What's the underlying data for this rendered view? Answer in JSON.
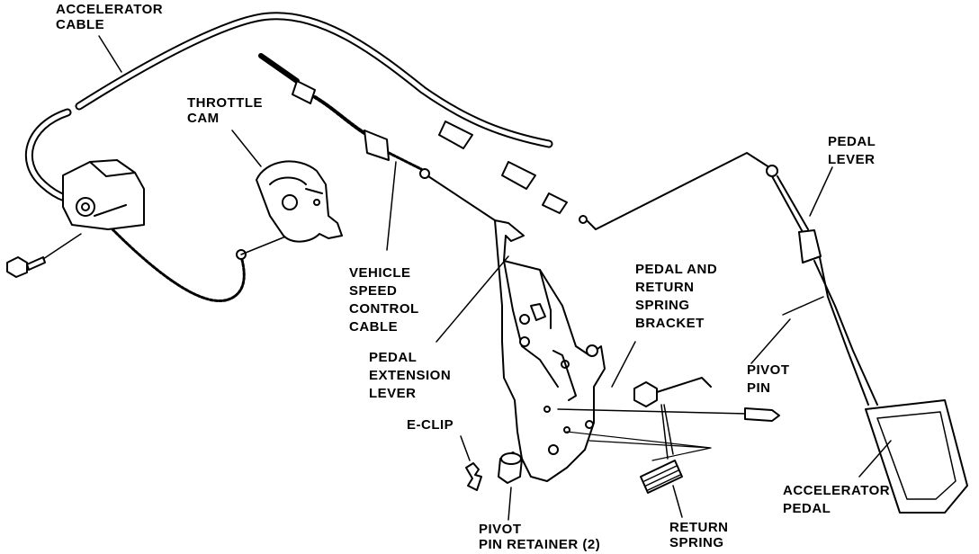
{
  "labels": {
    "accelerator_cable": [
      "ACCELERATOR",
      "CABLE"
    ],
    "throttle_cam": [
      "THROTTLE",
      "CAM"
    ],
    "vehicle_speed_control_cable": [
      "VEHICLE",
      "SPEED",
      "CONTROL",
      "CABLE"
    ],
    "pedal_extension_lever": [
      "PEDAL",
      "EXTENSION",
      "LEVER"
    ],
    "e_clip": [
      "E-CLIP"
    ],
    "pivot_pin_retainer": [
      "PIVOT",
      "PIN RETAINER (2)"
    ],
    "return_spring": [
      "RETURN",
      "SPRING"
    ],
    "pedal_and_return_spring_bracket": [
      "PEDAL AND",
      "RETURN",
      "SPRING",
      "BRACKET"
    ],
    "pivot_pin": [
      "PIVOT",
      "PIN"
    ],
    "pedal_lever": [
      "PEDAL",
      "LEVER"
    ],
    "accelerator_pedal": [
      "ACCELERATOR",
      "PEDAL"
    ]
  },
  "colors": {
    "ink": "#000000",
    "paper": "#ffffff"
  }
}
